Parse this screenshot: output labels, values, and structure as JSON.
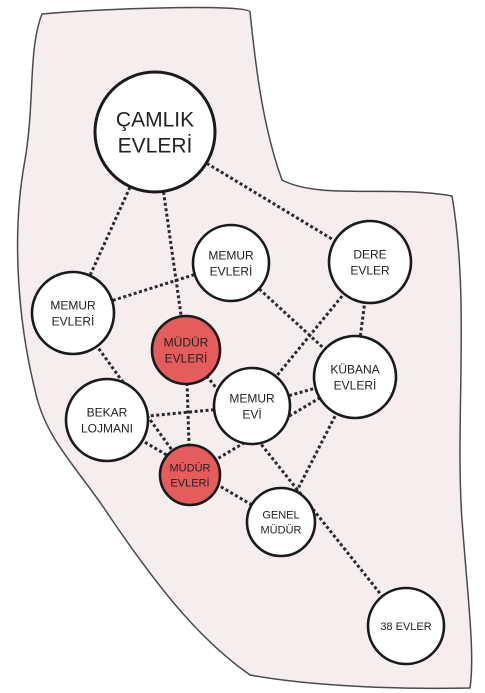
{
  "colors": {
    "region_fill": "#f6eeee",
    "region_stroke": "#4a4a4a",
    "node_fill": "#ffffff",
    "node_stroke": "#1a1a1a",
    "highlight_fill": "#e45c5c",
    "edge_stroke": "#2a2a2a"
  },
  "nodes": [
    {
      "id": "camlik",
      "lines": [
        "ÇAMLIK",
        "EVLERİ"
      ],
      "highlight": false
    },
    {
      "id": "memur-evleri-center",
      "lines": [
        "MEMUR",
        "EVLERİ"
      ],
      "highlight": false
    },
    {
      "id": "dere-evler",
      "lines": [
        "DERE",
        "EVLER"
      ],
      "highlight": false
    },
    {
      "id": "memur-evleri-left",
      "lines": [
        "MEMUR",
        "EVLERİ"
      ],
      "highlight": false
    },
    {
      "id": "mudur-evleri-top",
      "lines": [
        "MÜDÜR",
        "EVLERİ"
      ],
      "highlight": true
    },
    {
      "id": "kubana-evleri",
      "lines": [
        "KÜBANA",
        "EVLERİ"
      ],
      "highlight": false
    },
    {
      "id": "bekar-lojmani",
      "lines": [
        "BEKAR",
        "LOJMANI"
      ],
      "highlight": false
    },
    {
      "id": "memur-evi",
      "lines": [
        "MEMUR",
        "EVİ"
      ],
      "highlight": false
    },
    {
      "id": "mudur-evleri-bottom",
      "lines": [
        "MÜDÜR",
        "EVLERİ"
      ],
      "highlight": true
    },
    {
      "id": "genel-mudur",
      "lines": [
        "GENEL",
        "MÜDÜR"
      ],
      "highlight": false
    },
    {
      "id": "38-evler",
      "lines": [
        "38 EVLER"
      ],
      "highlight": false
    }
  ],
  "edges": [
    [
      "camlik",
      "memur-evleri-left"
    ],
    [
      "camlik",
      "mudur-evleri-top"
    ],
    [
      "camlik",
      "dere-evler"
    ],
    [
      "memur-evleri-center",
      "memur-evleri-left"
    ],
    [
      "memur-evleri-center",
      "kubana-evleri"
    ],
    [
      "dere-evler",
      "memur-evi"
    ],
    [
      "dere-evler",
      "kubana-evleri"
    ],
    [
      "memur-evleri-left",
      "mudur-evleri-bottom"
    ],
    [
      "mudur-evleri-top",
      "38-evler"
    ],
    [
      "mudur-evleri-top",
      "mudur-evleri-bottom"
    ],
    [
      "bekar-lojmani",
      "memur-evi"
    ],
    [
      "bekar-lojmani",
      "genel-mudur"
    ],
    [
      "memur-evi",
      "kubana-evleri"
    ],
    [
      "mudur-evleri-bottom",
      "kubana-evleri"
    ],
    [
      "kubana-evleri",
      "genel-mudur"
    ]
  ]
}
